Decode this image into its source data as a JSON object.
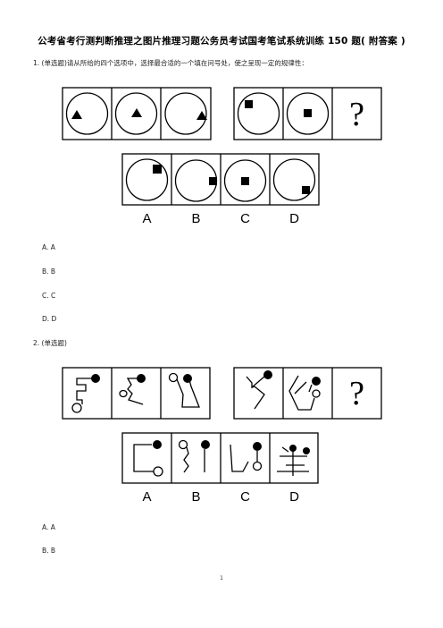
{
  "title": "公考省考行测判断推理之图片推理习题公务员考试国考笔试系统训练 150 题( 附答案 )",
  "questions": [
    {
      "number": "1.",
      "prompt": "(单选题)请从所给的四个选项中，选择最合适的一个填在问号处，使之呈现一定的规律性：",
      "question_mark": "?",
      "answer_labels": [
        "A",
        "B",
        "C",
        "D"
      ],
      "options": [
        "A. A",
        "B. B",
        "C. C",
        "D. D"
      ]
    },
    {
      "number": "2.",
      "prompt": "(单选题)",
      "question_mark": "?",
      "answer_labels": [
        "A",
        "B",
        "C",
        "D"
      ],
      "options": [
        "A. A",
        "B. B"
      ]
    }
  ],
  "page_number": "1"
}
